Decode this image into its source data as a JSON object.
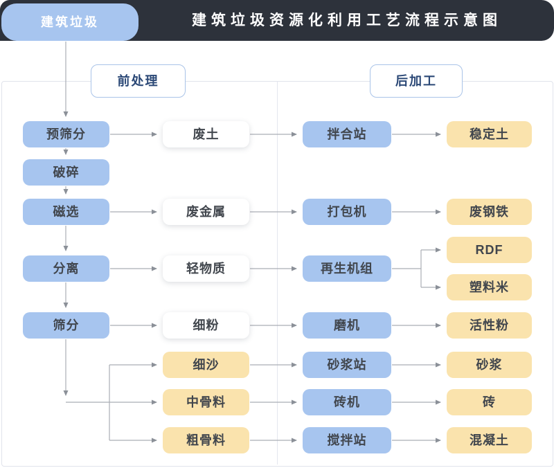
{
  "header": {
    "tab": "建筑垃圾",
    "title": "建筑垃圾资源化利用工艺流程示意图"
  },
  "sections": {
    "pre": "前处理",
    "post": "后加工"
  },
  "columns": {
    "process": [
      "预筛分",
      "破碎",
      "磁选",
      "分离",
      "筛分"
    ],
    "outputs": [
      "废土",
      "废金属",
      "轻物质",
      "细粉",
      "细沙",
      "中骨料",
      "粗骨料"
    ],
    "equipment": [
      "拌合站",
      "打包机",
      "再生机组",
      "磨机",
      "砂浆站",
      "砖机",
      "搅拌站"
    ],
    "products": [
      "稳定土",
      "废钢铁",
      "RDF",
      "塑料米",
      "活性粉",
      "砂浆",
      "砖",
      "混凝土"
    ]
  },
  "edges": [
    [
      "建筑垃圾",
      "预筛分"
    ],
    [
      "预筛分",
      "破碎"
    ],
    [
      "破碎",
      "磁选"
    ],
    [
      "磁选",
      "分离"
    ],
    [
      "分离",
      "筛分"
    ],
    [
      "筛分",
      "细沙"
    ],
    [
      "筛分",
      "中骨料"
    ],
    [
      "筛分",
      "粗骨料"
    ],
    [
      "预筛分",
      "废土"
    ],
    [
      "磁选",
      "废金属"
    ],
    [
      "分离",
      "轻物质"
    ],
    [
      "筛分",
      "细粉"
    ],
    [
      "废土",
      "拌合站"
    ],
    [
      "废金属",
      "打包机"
    ],
    [
      "轻物质",
      "再生机组"
    ],
    [
      "细粉",
      "磨机"
    ],
    [
      "细沙",
      "砂浆站"
    ],
    [
      "中骨料",
      "砖机"
    ],
    [
      "粗骨料",
      "搅拌站"
    ],
    [
      "拌合站",
      "稳定土"
    ],
    [
      "打包机",
      "废钢铁"
    ],
    [
      "再生机组",
      "RDF"
    ],
    [
      "再生机组",
      "塑料米"
    ],
    [
      "磨机",
      "活性粉"
    ],
    [
      "砂浆站",
      "砂浆"
    ],
    [
      "砖机",
      "砖"
    ],
    [
      "搅拌站",
      "混凝土"
    ]
  ],
  "colors": {
    "header_bg": "#2d323b",
    "node_blue": "#a7c5ef",
    "node_yellow": "#fae3ad",
    "section_border": "#a9c3e8",
    "section_text": "#2b4876",
    "connector": "#a9adb4"
  }
}
